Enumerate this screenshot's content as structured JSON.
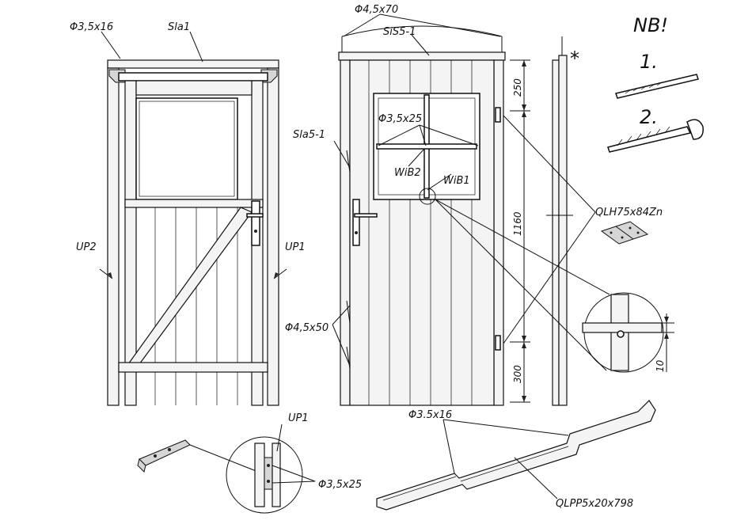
{
  "title": "NB!",
  "notes": {
    "step1": "1.",
    "step2": "2.",
    "asterisk": "*"
  },
  "labels": {
    "screw_3_5x16_top": "Φ3,5x16",
    "sla1": "Sla1",
    "screw_4_5x70": "Φ4,5x70",
    "sis5_1": "SiS5-1",
    "sla5_1": "Sla5-1",
    "screw_3_5x25_window": "Φ3,5x25",
    "wib2": "WiB2",
    "wib1": "WiB1",
    "qlh75x84zn": "QLH75x84Zn",
    "up2": "UP2",
    "up1_side": "UP1",
    "screw_4_5x50": "Φ4,5x50",
    "up1_detail": "UP1",
    "screw_3_5x25_detail": "Φ3,5x25",
    "screw_3_5x16_rail": "Φ3.5x16",
    "qlpp5x20x798": "QLPP5x20x798"
  },
  "dimensions": {
    "top_offset": "250",
    "height": "1160",
    "bottom_offset": "300",
    "detail_gap": "10"
  }
}
